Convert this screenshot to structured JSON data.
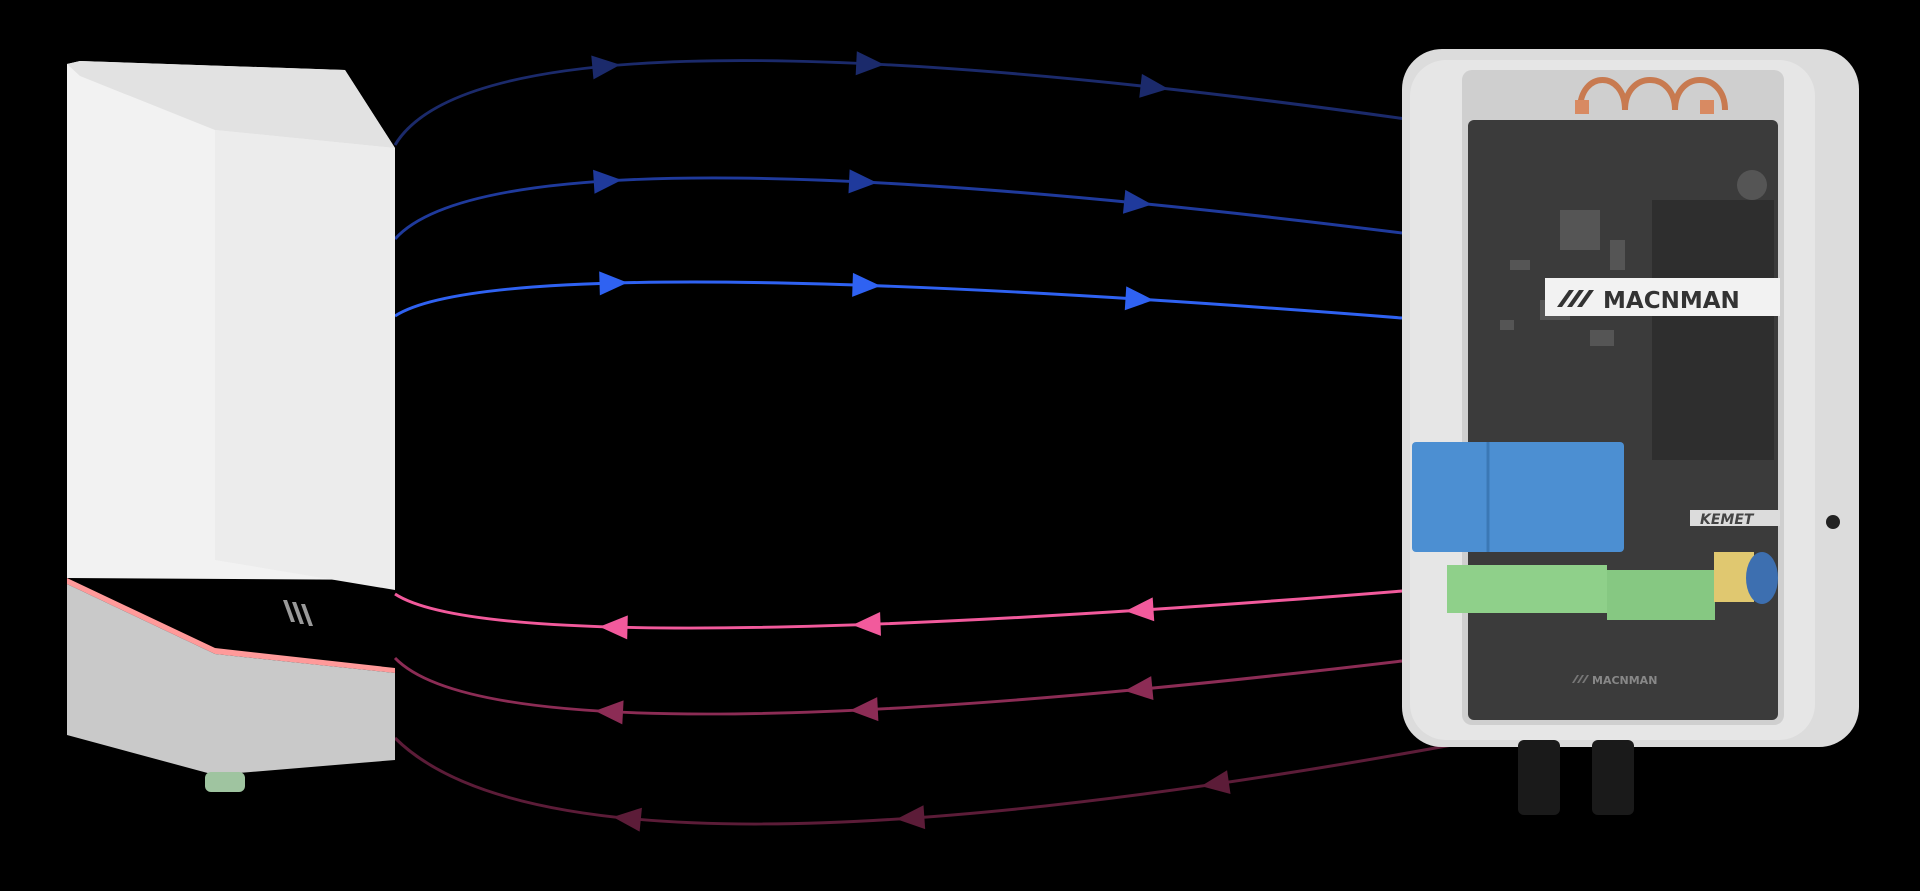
{
  "scene": {
    "background": "#000000",
    "sensor": {
      "name": "sensor-unit",
      "led_color": "#ff8a8a",
      "body_color": "#f0f0f0",
      "base_color": "#c8c8c8"
    },
    "controller": {
      "brand_label": "MACNMAN",
      "bottom_label": "MACNMAN",
      "capacitor_label": "KEMET",
      "pcb_color": "#3a3a3a",
      "relay_color": "#4a8fd0",
      "terminal_color": "#8ed08a",
      "enclosure_color": "#e4e4e4"
    },
    "links": [
      {
        "direction": "to-controller",
        "color": "#1b2a6b"
      },
      {
        "direction": "to-controller",
        "color": "#1f3a9c"
      },
      {
        "direction": "to-controller",
        "color": "#2f62f2"
      },
      {
        "direction": "to-sensor",
        "color": "#f25a9c"
      },
      {
        "direction": "to-sensor",
        "color": "#8c2c55"
      },
      {
        "direction": "to-sensor",
        "color": "#5c1c38"
      }
    ]
  }
}
